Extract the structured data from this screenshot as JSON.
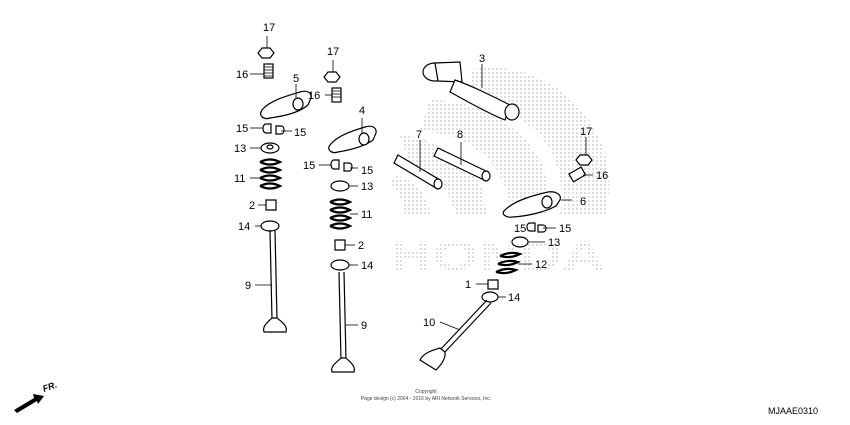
{
  "callouts": [
    "1",
    "2",
    "2",
    "3",
    "4",
    "5",
    "6",
    "7",
    "8",
    "9",
    "9",
    "10",
    "11",
    "11",
    "12",
    "13",
    "13",
    "13",
    "14",
    "14",
    "14",
    "15",
    "15",
    "15",
    "15",
    "15",
    "15",
    "16",
    "16",
    "16",
    "17",
    "17",
    "17"
  ],
  "copyright": {
    "line1": "Copyright",
    "line2": "Page design (c) 2004 - 2016 by ARI Network Services, Inc."
  },
  "direction_label": "FR.",
  "diagram_code": "MJAAE0310",
  "watermark_text": "HONDA",
  "icons": [
    "front-arrow-icon"
  ],
  "colors": {
    "line": "#000000",
    "watermark": "#9a9a9a",
    "background": "#ffffff"
  }
}
